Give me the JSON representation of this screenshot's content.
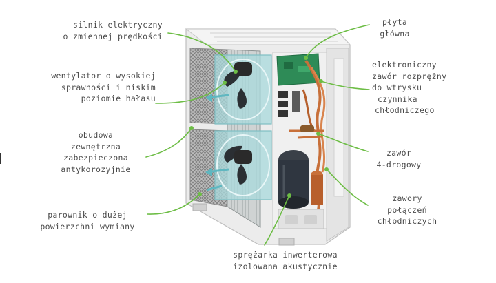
{
  "colors": {
    "leader": "#6dbd45",
    "text": "#4a4a4a",
    "casing": "#ebebeb",
    "coil": "#9a9a9a",
    "fan_glass": "#9fd3d6",
    "board": "#2e8b57",
    "copper": "#c8703a",
    "compressor": "#2f3640"
  },
  "labels": {
    "motor": [
      "silnik elektryczny",
      "o zmiennej prędkości"
    ],
    "fan": [
      "wentylator o wysokiej",
      "sprawności i niskim",
      "poziomie hałasu"
    ],
    "housing": [
      "obudowa",
      "zewnętrzna",
      "zabezpieczona",
      "antykorozyjnie"
    ],
    "evaporator": [
      "parownik o dużej",
      "powierzchni wymiany"
    ],
    "compressor": [
      "sprężarka inwerterowa",
      "izolowana akustycznie"
    ],
    "mainboard": [
      "płyta",
      "główna"
    ],
    "valve": [
      "elektroniczny",
      "zawór rozprężny",
      "do wtrysku",
      "czynnika",
      "chłodniczego"
    ],
    "fourway": [
      "zawór",
      "4-drogowy"
    ],
    "connections": [
      "zawory",
      "połączeń",
      "chłodniczych"
    ]
  }
}
